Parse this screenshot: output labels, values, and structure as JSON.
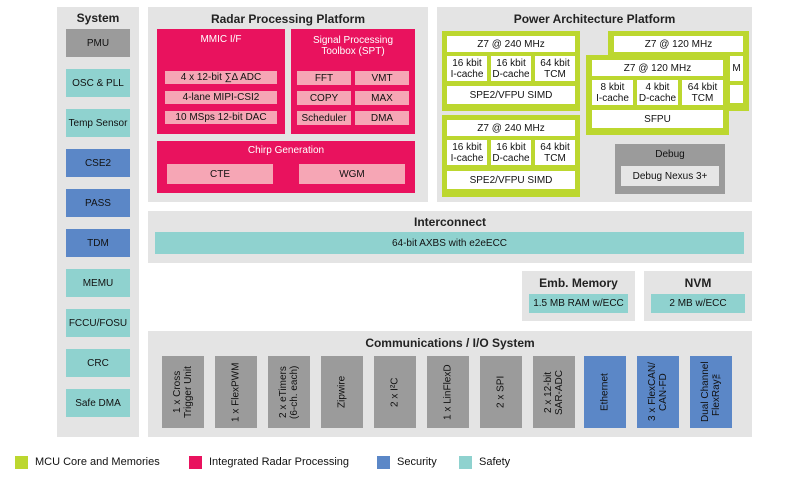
{
  "colors": {
    "mcu": "#bcd72f",
    "radar": "#e9125e",
    "security": "#5b87c7",
    "safety": "#8fd2cf",
    "panel": "#e4e4e4",
    "gray_block": "#9b9b9b"
  },
  "system": {
    "title": "System",
    "blocks": [
      "PMU",
      "OSC & PLL",
      "Temp Sensor",
      "CSE2",
      "PASS",
      "TDM",
      "MEMU",
      "FCCU/FOSU",
      "CRC",
      "Safe DMA"
    ]
  },
  "radar": {
    "title": "Radar Processing Platform",
    "mmic": {
      "title": "MMIC I/F",
      "items": [
        "4 x 12-bit ∑∆ ADC",
        "4-lane MIPI-CSI2",
        "10 MSps 12-bit DAC"
      ]
    },
    "spt": {
      "title": "Signal Processing\nToolbox (SPT)",
      "items": [
        "FFT",
        "VMT",
        "COPY",
        "MAX",
        "Scheduler",
        "DMA"
      ]
    },
    "chirp": {
      "title": "Chirp Generation",
      "items": [
        "CTE",
        "WGM"
      ]
    }
  },
  "power": {
    "title": "Power Architecture Platform",
    "core1": {
      "title": "Z7 @ 240 MHz",
      "mem": [
        "16 kbit\nI-cache",
        "16 kbit\nD-cache",
        "64 kbit\nTCM"
      ],
      "unit": "SPE2/VFPU SIMD"
    },
    "core2": {
      "title": "Z7 @ 240 MHz",
      "mem": [
        "16 kbit\nI-cache",
        "16 kbit\nD-cache",
        "64 kbit\nTCM"
      ],
      "unit": "SPE2/VFPU SIMD"
    },
    "core3_back": {
      "title": "Z7 @ 120 MHz"
    },
    "core3": {
      "title": "Z7 @ 120 MHz",
      "mem": [
        "8 kbit\nI-cache",
        "4 kbit\nD-cache",
        "64 kbit\nTCM"
      ],
      "unit": "SFPU"
    },
    "debug": {
      "title": "Debug",
      "item": "Debug Nexus 3+"
    }
  },
  "interconnect": {
    "title": "Interconnect",
    "bus": "64-bit AXBS with e2eECC"
  },
  "emb": {
    "title": "Emb. Memory",
    "item": "1.5 MB RAM w/ECC"
  },
  "nvm": {
    "title": "NVM",
    "item": "2 MB w/ECC"
  },
  "comm": {
    "title": "Communications / I/O System",
    "items": [
      "1 x Cross\nTrigger Unit",
      "1 x FlexPWM",
      "2 x eTimers\n(6-ch. each)",
      "Zipwire",
      "2 x I²C",
      "1 x LinFlexD",
      "2 x SPI",
      "2 x 12-bit\nSAR-ADC",
      "Ethernet",
      "3 x FlexCAN/\nCAN-FD",
      "Dual Channel\nFlexRay™"
    ]
  },
  "legend": [
    "MCU Core and Memories",
    "Integrated Radar Processing",
    "Security",
    "Safety"
  ]
}
